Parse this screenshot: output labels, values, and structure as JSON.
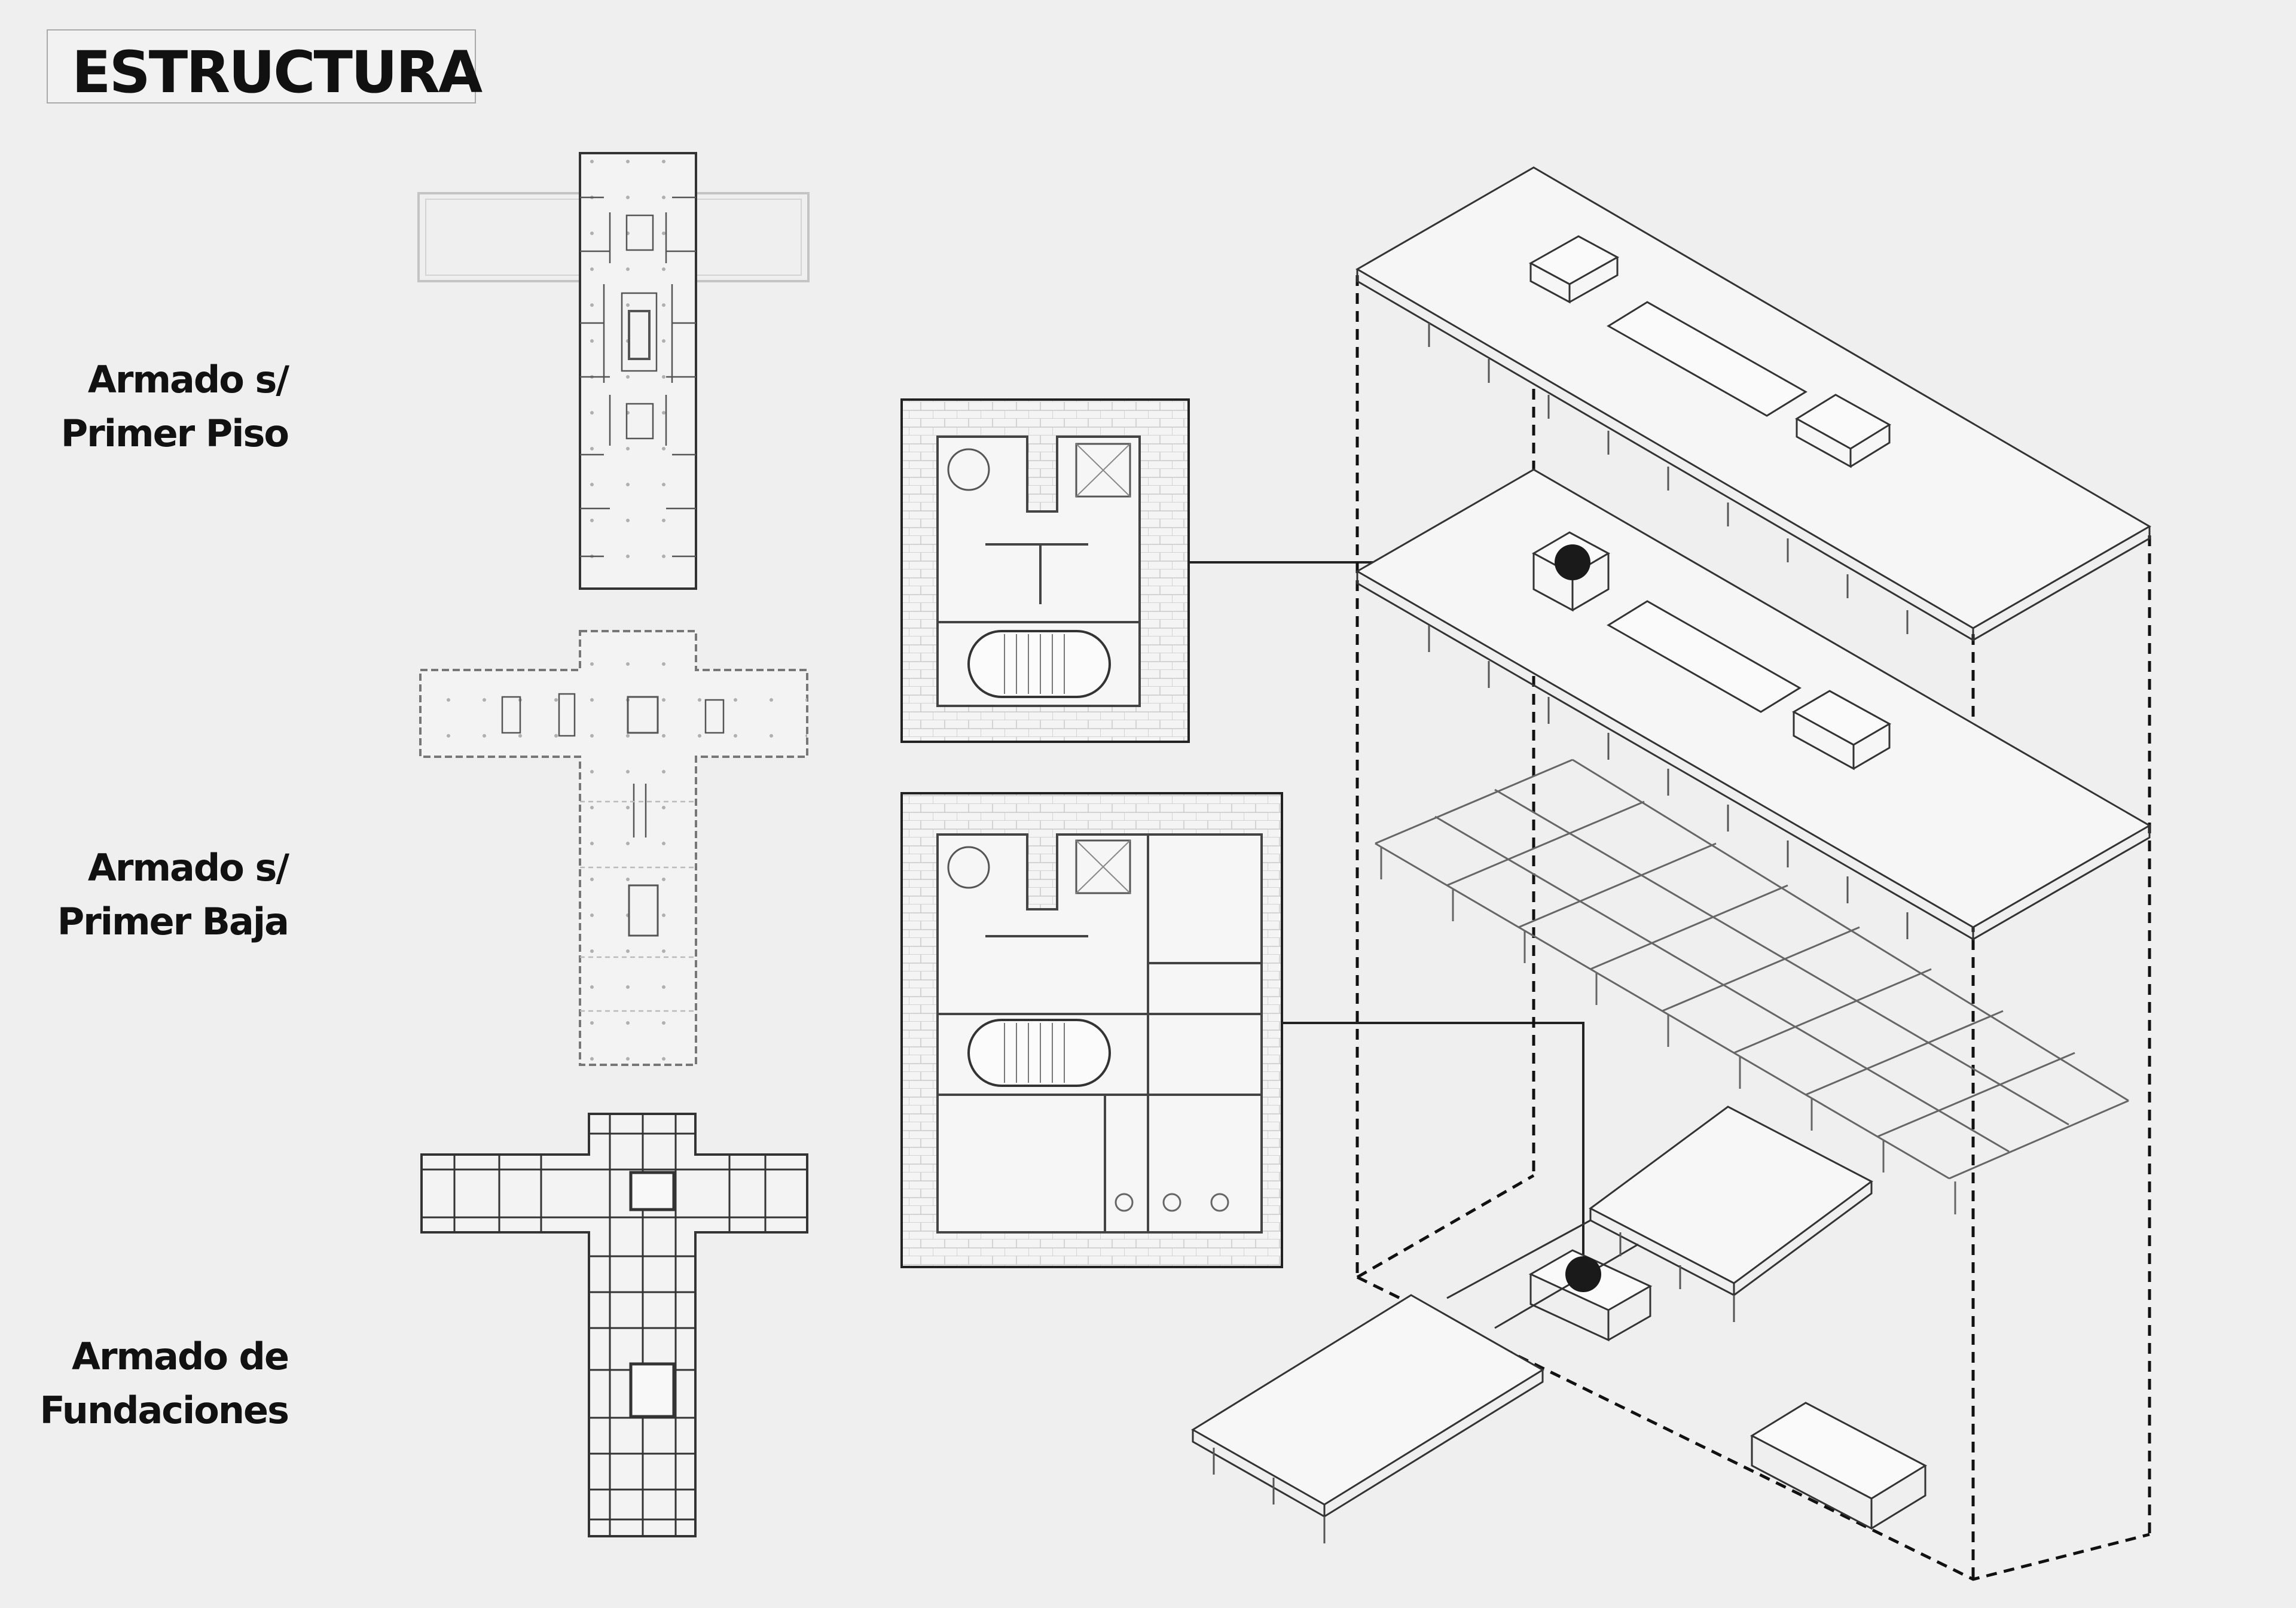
{
  "title": "ESTRUCTURA",
  "labels": {
    "first_floor": [
      "Armado s/",
      "Primer Piso"
    ],
    "ground_floor": [
      "Armado s/",
      "Primer Baja"
    ],
    "foundations": [
      "Armado de",
      "Fundaciones"
    ]
  },
  "colors": {
    "background": "#efefef",
    "line": "#222222",
    "light_line": "#9a9a9a",
    "marker": "#1a1a1a"
  }
}
